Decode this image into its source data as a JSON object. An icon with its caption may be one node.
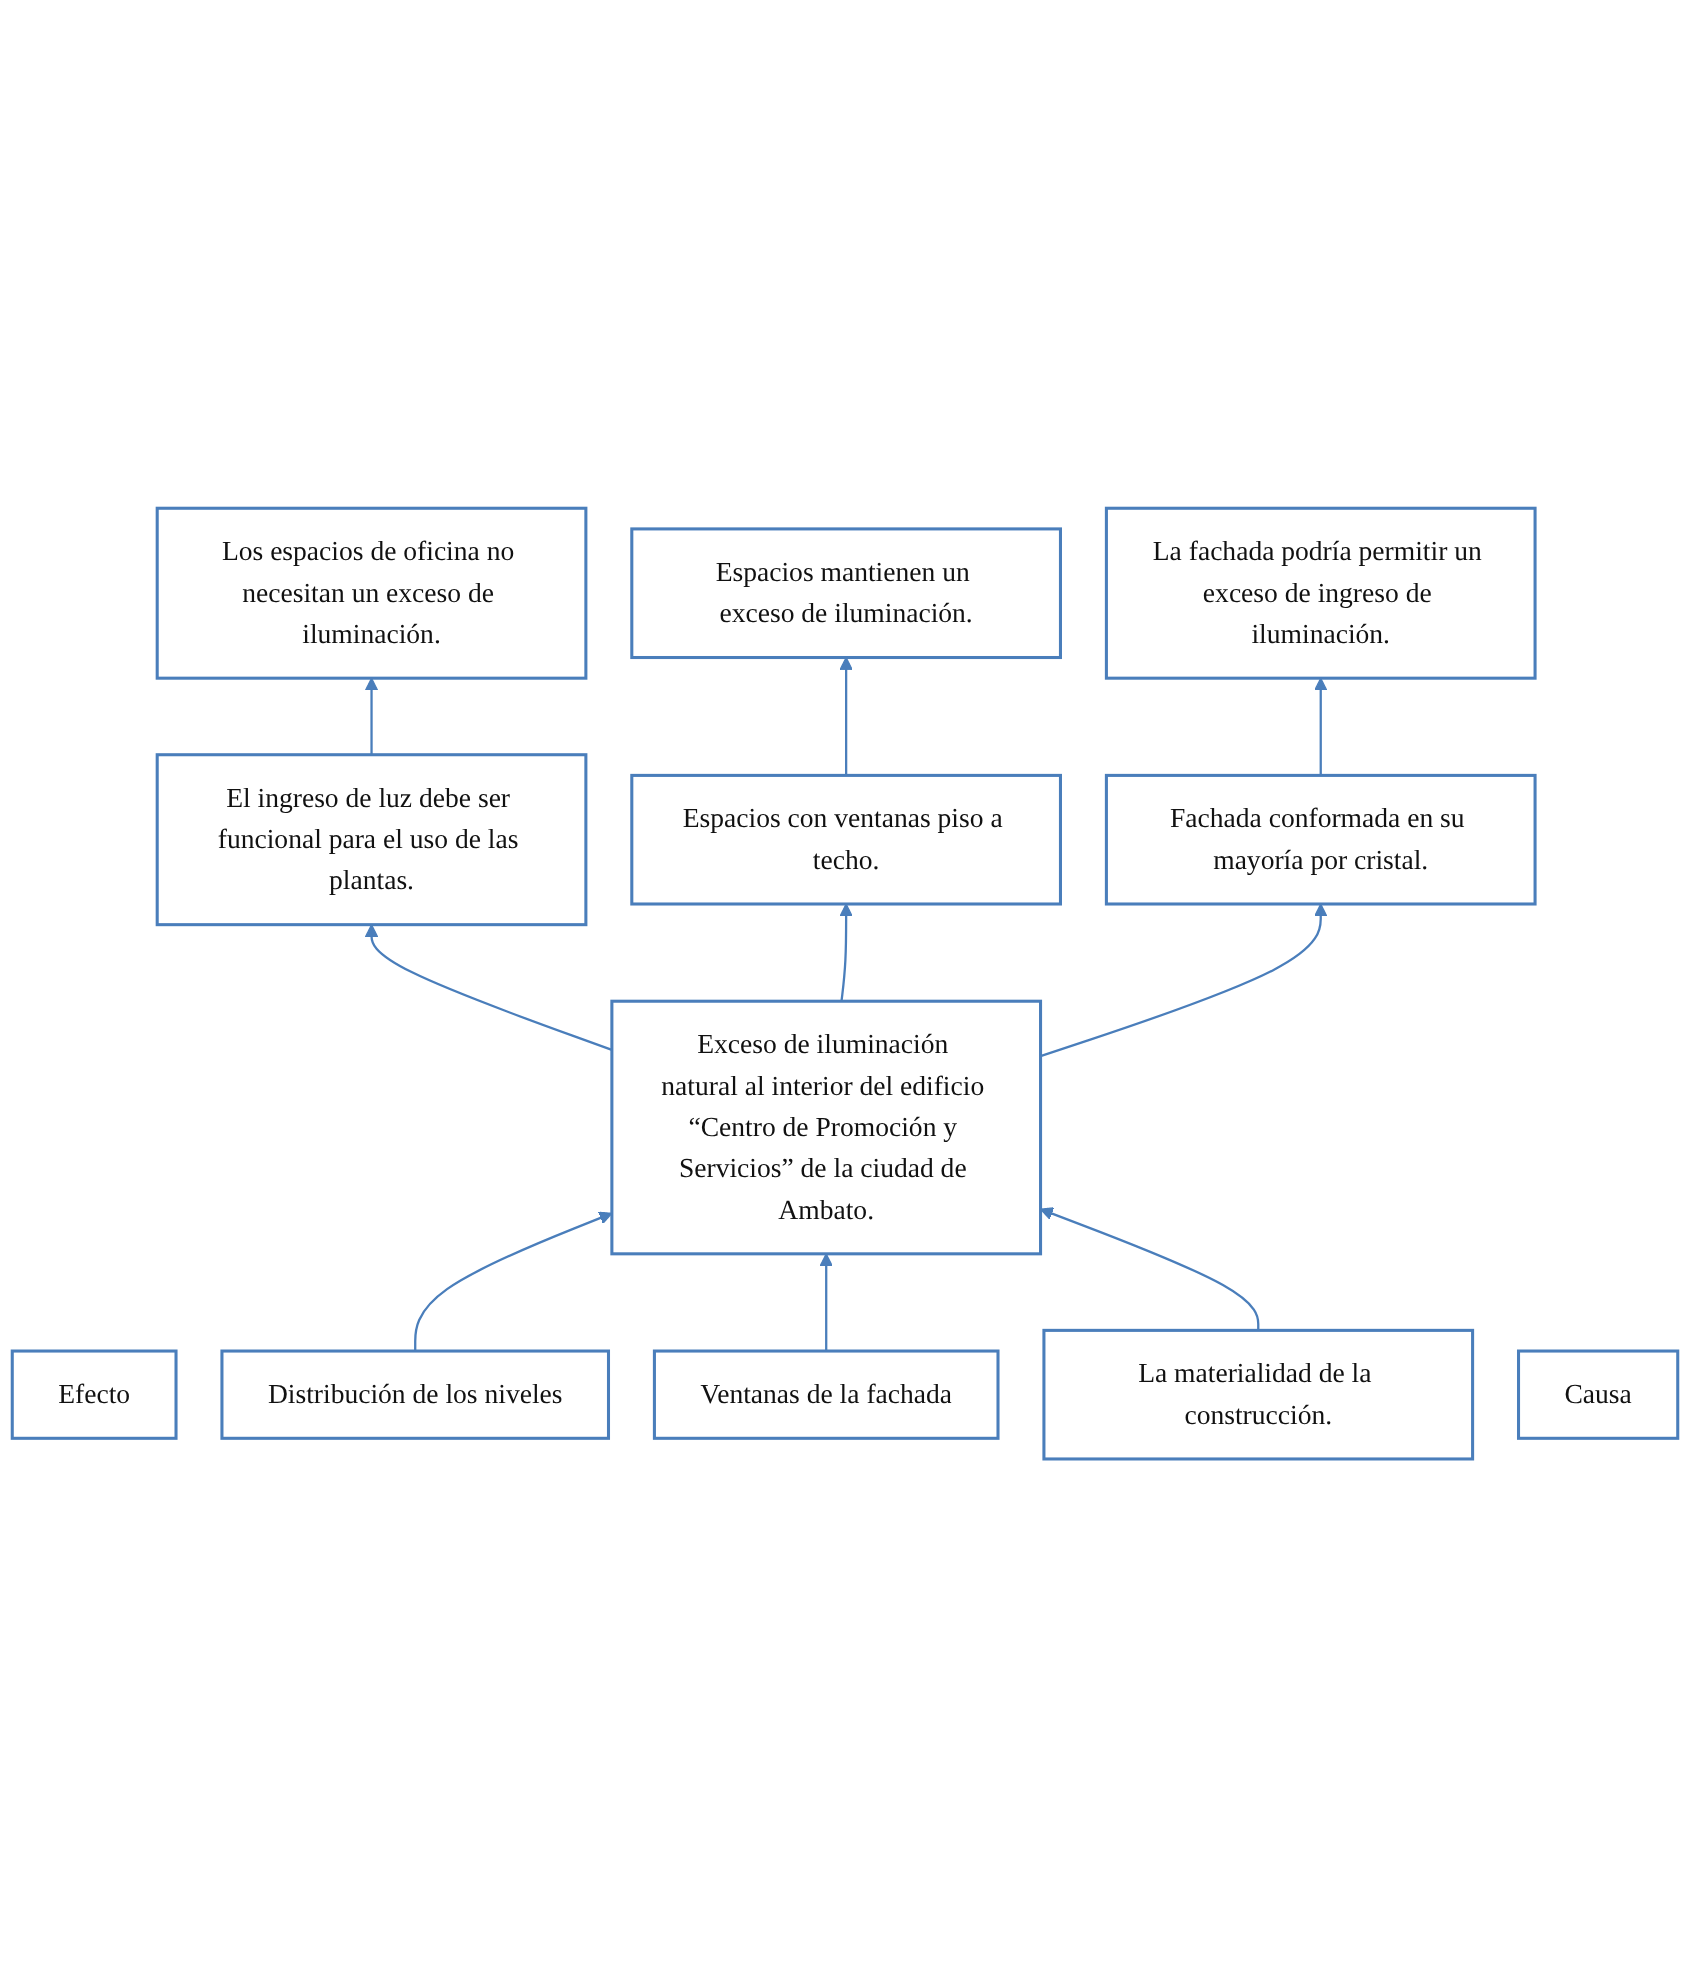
{
  "diagram": {
    "nodes": [
      {
        "text": [
          "Efecto"
        ]
      },
      {
        "text": [
          "Los espacios de oficina no necesitan un exceso de iluminación."
        ]
      },
      {
        "text": [
          "Espacios mantienen un exceso de iluminación."
        ]
      },
      {
        "text": [
          "La fachada podría permitir un exceso de ingreso de iluminación."
        ]
      },
      {
        "text": [
          "El ingreso de luz debe ser funcional para el uso de las plantas."
        ]
      },
      {
        "text": [
          "Espacios con ventanas piso a techo."
        ]
      },
      {
        "text": [
          "Fachada conformada en su mayoría por cristal."
        ]
      },
      {
        "text": [
          "Exceso de iluminación natural al interior del edificio “Centro de Promoción y Servicios” de la ciudad de Ambato."
        ]
      },
      {
        "text": [
          "Distribución de los niveles"
        ]
      },
      {
        "text": [
          "Ventanas de la fachada"
        ]
      },
      {
        "text": [
          "La materialidad de la construcción."
        ]
      },
      {
        "text": [
          "Causa"
        ]
      }
    ],
    "edges": [
      {
        "from": 4,
        "to": 1,
        "arrow": "to"
      },
      {
        "from": 5,
        "to": 2,
        "arrow": "to"
      },
      {
        "from": 6,
        "to": 3,
        "arrow": "to"
      },
      {
        "from": 7,
        "to": 4,
        "arrow": "to"
      },
      {
        "from": 7,
        "to": 5,
        "arrow": "to"
      },
      {
        "from": 7,
        "to": 6,
        "arrow": "to"
      },
      {
        "from": 8,
        "to": 7,
        "arrow": "to"
      },
      {
        "from": 9,
        "to": 7,
        "arrow": "to"
      },
      {
        "from": 10,
        "to": 7,
        "arrow": "to"
      }
    ]
  }
}
